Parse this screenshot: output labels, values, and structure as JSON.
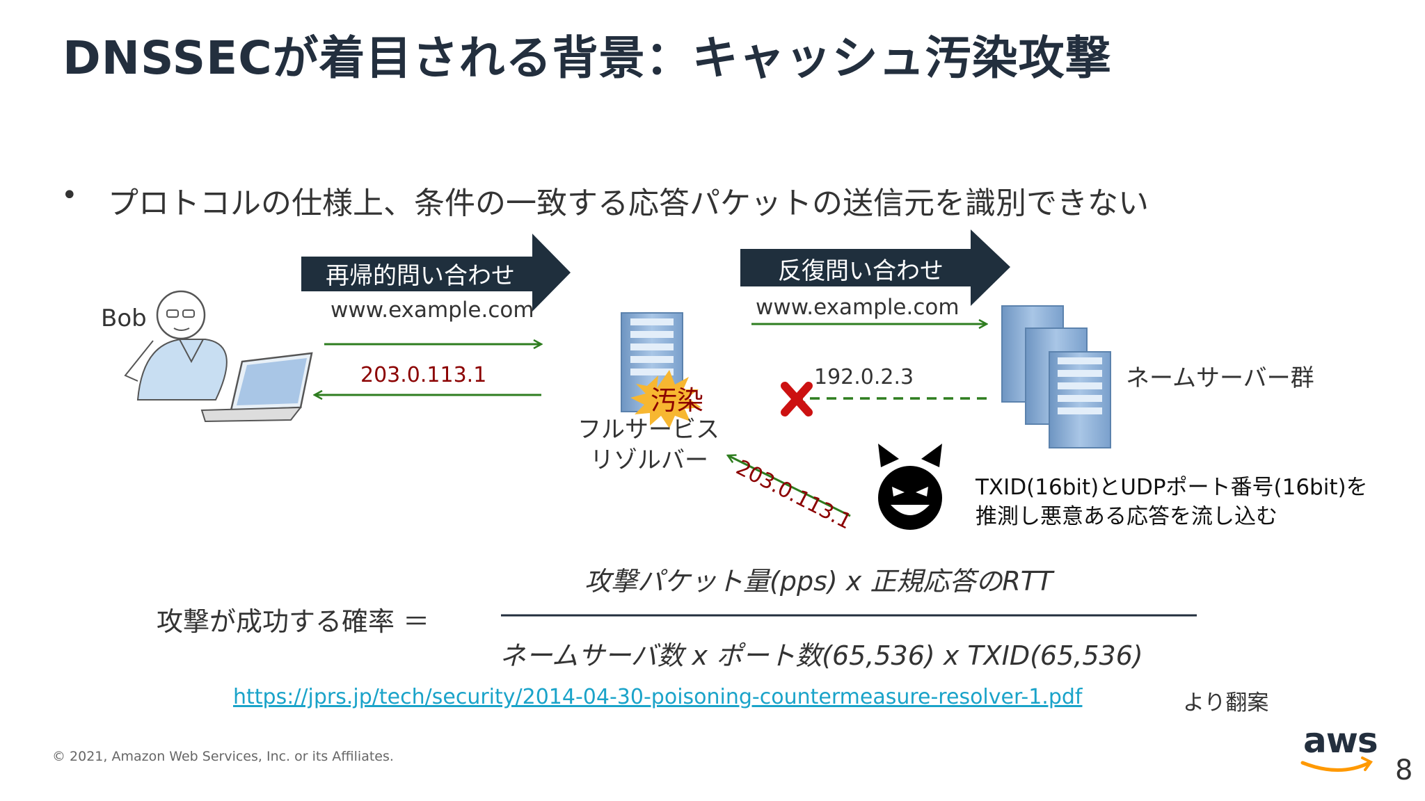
{
  "title": "DNSSECが着目される背景：キャッシュ汚染攻撃",
  "bullet": "プロトコルの仕様上、条件の一致する応答パケットの送信元を識別できない",
  "diagram": {
    "bob_label": "Bob",
    "recursive_query_label": "再帰的問い合わせ",
    "iterative_query_label": "反復問い合わせ",
    "query_domain_left": "www.example.com",
    "query_domain_right": "www.example.com",
    "response_ip_to_bob": "203.0.113.1",
    "legit_response_ip": "192.0.2.3",
    "attack_response_ip": "203.0.113.1",
    "poison_label": "汚染",
    "resolver_label_line1": "フルサービス",
    "resolver_label_line2": "リゾルバー",
    "nameservers_label": "ネームサーバー群",
    "attacker_note_line1": "TXID(16bit)とUDPポート番号(16bit)を",
    "attacker_note_line2": "推測し悪意ある応答を流し込む",
    "colors": {
      "banner": "#1f2f3d",
      "green_arrow": "#2e7d1f",
      "red_x": "#cc1111",
      "server_blue": "#8fb3d9",
      "explosion": "#f7b731"
    }
  },
  "formula": {
    "label": "攻撃が成功する確率 ＝",
    "numerator": "攻撃パケット量(pps) x 正規応答のRTT",
    "denominator": "ネームサーバ数 x ポート数(65,536)  x TXID(65,536)"
  },
  "source": {
    "url": "https://jprs.jp/tech/security/2014-04-30-poisoning-countermeasure-resolver-1.pdf",
    "suffix": "より翻案"
  },
  "footer": {
    "copyright": "© 2021, Amazon Web Services, Inc. or its Affiliates.",
    "logo_text": "aws",
    "page_number": "8"
  }
}
